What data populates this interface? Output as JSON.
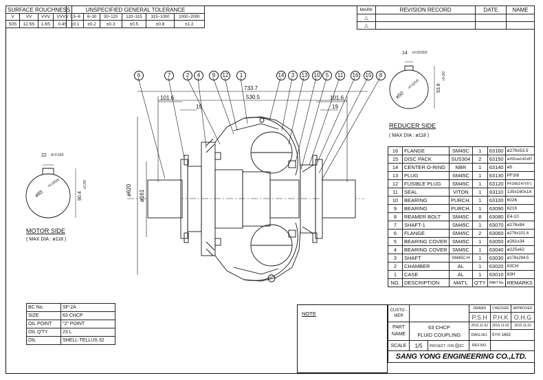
{
  "surface_roughness": {
    "title": "SURFACE ROUCHNESS",
    "symbols": [
      "V",
      "VV",
      "VVV",
      "VVVV"
    ],
    "values": [
      "50S",
      "12.5S",
      "1.6S",
      "0.4S"
    ]
  },
  "general_tolerance": {
    "title": "UNSPECIFIED GENERAL TOLERANCE",
    "ranges": [
      "0.5~6",
      "6~30",
      "30~120",
      "120~315",
      "315~1000",
      "1000~2000"
    ],
    "values": [
      "±0.1",
      "±0.2",
      "±0.3",
      "±0.5",
      "±0.8",
      "±1.2"
    ]
  },
  "revision": {
    "mark_label": "MARK",
    "record_label": "REVISION RECORD",
    "date_label": "DATE",
    "name_label": "NAME"
  },
  "balloons": [
    "6",
    "7",
    "2",
    "4",
    "9",
    "12",
    "1",
    "14",
    "3",
    "13",
    "10",
    "5",
    "11",
    "16",
    "15",
    "8"
  ],
  "dimensions": {
    "overall": "733.7",
    "inner": "530.5",
    "left_flange": "101.6",
    "right_flange": "101.6",
    "left_offset": "19",
    "right_offset": "19",
    "housing_dia": "ø620",
    "shaft_dia": "ø161",
    "keyway_motor_width": "22",
    "keyway_motor_tol": "0/-0.026",
    "motor_bore": "ø85",
    "motor_bore_tol": "+0.035/0",
    "motor_key_depth": "90.4",
    "motor_key_depth_tol": "+0.2/0",
    "keyway_reducer_width": "14",
    "keyway_reducer_tol": "+0.0215/0",
    "reducer_bore": "ø50",
    "reducer_bore_tol": "+0.025/0",
    "reducer_key_depth": "53.8",
    "reducer_key_depth_tol": "+0.2/0"
  },
  "motor_side": {
    "title": "MOTOR SIDE",
    "max_dia": "( MAX DIA : ø118 )"
  },
  "reducer_side": {
    "title": "REDUCER SIDE",
    "max_dia": "( MAX DIA : ø118 )"
  },
  "bom": {
    "headers": [
      "NO.",
      "DESCRIPTION",
      "MAT'L",
      "Q'TY",
      "PART No",
      "REMARKS"
    ],
    "rows": [
      [
        "16",
        "FLANGE",
        "SM45C",
        "1",
        "63160",
        "ø276x53.5"
      ],
      [
        "15",
        "DISC PACK",
        "SUS304",
        "2",
        "63150",
        "ø255xø142x8T"
      ],
      [
        "14",
        "CENTER O-RING",
        "NBR",
        "1",
        "63140",
        "ø5"
      ],
      [
        "13",
        "PLUG",
        "SM45C",
        "1",
        "63130",
        "PF3/8"
      ],
      [
        "12",
        "FUSIBLE PLUG",
        "SM45C",
        "1",
        "63120",
        "PF3/8(147±5°)"
      ],
      [
        "11",
        "SEAL",
        "VITON",
        "1",
        "63110",
        "130x160x14"
      ],
      [
        "10",
        "BEARING",
        "PURCH.",
        "1",
        "63100",
        "6026"
      ],
      [
        "9",
        "BEARING",
        "PURCH.",
        "1",
        "63090",
        "6216"
      ],
      [
        "8",
        "REAMER BOLT",
        "SM45C",
        "8",
        "63080",
        "E4-10"
      ],
      [
        "7",
        "SHAFT-1",
        "SM45C",
        "1",
        "63070",
        "ø276x84"
      ],
      [
        "6",
        "FLANGE",
        "SM45C",
        "2",
        "63060",
        "ø276x101.6"
      ],
      [
        "5",
        "BEARING COVER",
        "SM45C",
        "1",
        "63050",
        "ø261x34"
      ],
      [
        "4",
        "BEARING COVER",
        "SM45C",
        "1",
        "63040",
        "ø225x62"
      ],
      [
        "3",
        "SHAFT",
        "SM45C-H",
        "1",
        "63030",
        "ø178x294.5"
      ],
      [
        "2",
        "CHAMBER",
        "AL",
        "1",
        "63020",
        "63CH"
      ],
      [
        "1",
        "CASE",
        "AL",
        "1",
        "63010",
        "63H"
      ]
    ]
  },
  "spec": {
    "rows": [
      [
        "BC No.",
        "SF-2A"
      ],
      [
        "SIZE",
        "63 CHCP"
      ],
      [
        "OIL POINT",
        "\"2\" POINT"
      ],
      [
        "OIL Q'TY",
        "23 L"
      ],
      [
        "OIL",
        "SHELL-TELLUS 32"
      ]
    ]
  },
  "note_label": "NOTE",
  "title_block": {
    "customer_label": "CUSTO -MER",
    "drawn_label": "DRAWN",
    "checked_label": "CHECKED",
    "approved_label": "APPROVED",
    "drawn": "P.S.H",
    "checked": "P.H.K",
    "approved": "O.H.G",
    "drawn_date": "2015.11.02",
    "checked_date": "2015.11.02",
    "approved_date": "2015.11.02",
    "part_name_label": "PART NAME",
    "part_name_1": "63 CHCP",
    "part_name_2": "FLUID COUPLING",
    "dwg_no_label": "DWG.NO.",
    "dwg_no": "SYH 1663",
    "scale_label": "SCALE",
    "scale": "1/5",
    "projection_label": "PROJECT -ION",
    "ref_no_label": "REF.NO.",
    "company": "SANG YONG ENGINEERING CO.,LTD."
  }
}
